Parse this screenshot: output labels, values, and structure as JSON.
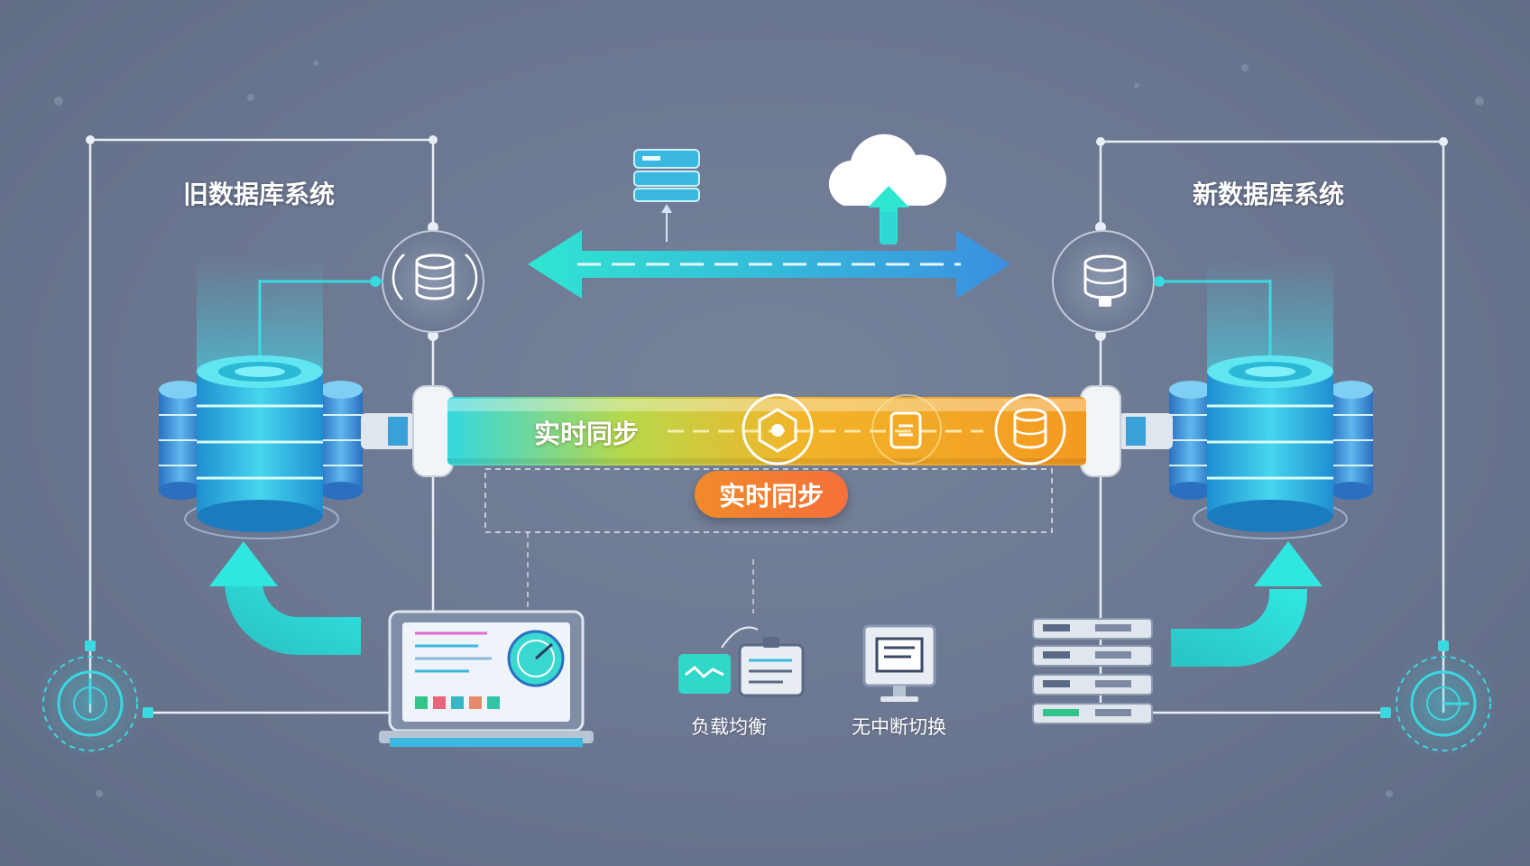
{
  "labels": {
    "old_system": "旧数据库系统",
    "new_system": "新数据库系统",
    "pipe_text": "实时同步",
    "badge_text": "实时同步",
    "load_balancing": "负载均衡",
    "seamless_switch": "无中断切换"
  },
  "icons": {
    "old_db_stack": "database-stack-icon",
    "new_db_stack": "database-stack-icon",
    "old_db_node": "database-gear-icon",
    "new_db_node": "database-upload-icon",
    "cloud": "cloud-upload-icon",
    "server": "server-icon",
    "laptop": "dashboard-laptop-icon",
    "load_balancer": "load-balancer-icon",
    "monitor": "monitor-icon",
    "server_rack": "server-rack-icon",
    "sync_arrow": "bidirectional-arrow-icon",
    "curved_arrow": "curved-arrow-icon",
    "radar": "radar-icon"
  },
  "colors": {
    "background": "#6b7690",
    "cyan": "#27d9d6",
    "blue": "#3aa0e8",
    "pipe_orange": "#f3a52a",
    "badge_orange": "#f1802e"
  }
}
